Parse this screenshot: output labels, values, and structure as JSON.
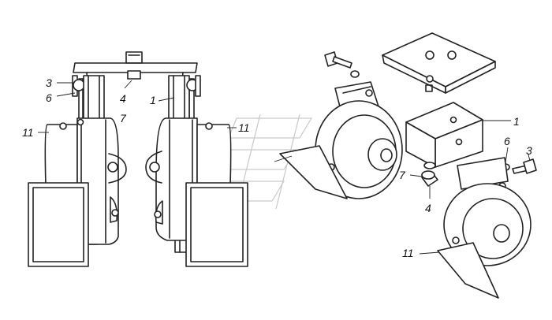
{
  "callouts": {
    "left_3": "3",
    "left_6": "6",
    "left_4": "4",
    "left_7": "7",
    "left_1": "1",
    "left_11a": "11",
    "left_11b": "11",
    "right_7": "7",
    "right_4": "4",
    "right_1": "1",
    "right_6": "6",
    "right_3": "3",
    "right_11": "11"
  }
}
